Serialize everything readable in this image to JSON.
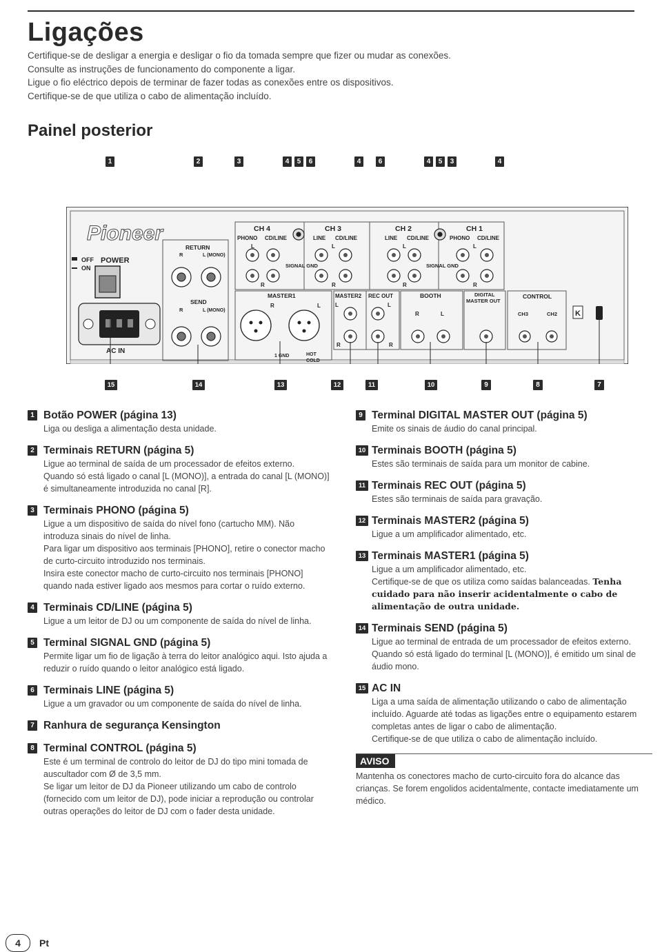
{
  "title": "Ligações",
  "intro": [
    "Certifique-se de desligar a energia e desligar o fio da tomada sempre que fizer ou mudar as conexões.",
    "Consulte as instruções de funcionamento do componente a ligar.",
    "Ligue o fio eléctrico depois de terminar de fazer todas as conexões entre os dispositivos.",
    "Certifique-se de que utiliza o cabo de alimentação incluído."
  ],
  "section_title": "Painel posterior",
  "callouts_top": [
    "1",
    "2",
    "3",
    "4",
    "5",
    "6",
    "4",
    "6",
    "4",
    "5",
    "3",
    "4"
  ],
  "callouts_bottom": [
    "15",
    "14",
    "13",
    "12",
    "11",
    "10",
    "9",
    "8",
    "7"
  ],
  "panel": {
    "brand": "Pioneer",
    "power_off": "OFF",
    "power_on": "ON",
    "power": "POWER",
    "ac_in": "AC IN",
    "return": "RETURN",
    "return_r": "R",
    "return_l": "L (MONO)",
    "send": "SEND",
    "send_r": "R",
    "send_l": "L (MONO)",
    "ch4": "CH 4",
    "ch3": "CH 3",
    "ch2": "CH 2",
    "ch1": "CH 1",
    "phono": "PHONO",
    "cdline": "CD/LINE",
    "line": "LINE",
    "l": "L",
    "r": "R",
    "signal_gnd": "SIGNAL GND",
    "master1": "MASTER1",
    "master2": "MASTER2",
    "rec_out": "REC OUT",
    "booth": "BOOTH",
    "digital": "DIGITAL",
    "master_out": "MASTER OUT",
    "control": "CONTROL",
    "ctrl_ch3": "CH3",
    "ctrl_ch2": "CH2",
    "gnd": "1 GND",
    "hot": "HOT",
    "cold": "COLD",
    "kensington": "K"
  },
  "left_items": [
    {
      "num": "1",
      "title": "Botão POWER (página 13)",
      "paras": [
        "Liga ou desliga a alimentação desta unidade."
      ]
    },
    {
      "num": "2",
      "title": "Terminais RETURN (página 5)",
      "paras": [
        "Ligue ao terminal de saída de um processador de efeitos externo.",
        "Quando só está ligado o canal [L (MONO)], a entrada do canal [L (MONO)] é simultaneamente introduzida no canal [R]."
      ]
    },
    {
      "num": "3",
      "title": "Terminais PHONO (página 5)",
      "paras": [
        "Ligue a um dispositivo de saída do nível fono (cartucho MM). Não introduza sinais do nível de linha.",
        "Para ligar um dispositivo aos terminais [PHONO], retire o conector macho de curto-circuito introduzido nos terminais.",
        "Insira este conector macho de curto-circuito nos terminais [PHONO] quando nada estiver ligado aos mesmos para cortar o ruído externo."
      ]
    },
    {
      "num": "4",
      "title": "Terminais CD/LINE (página 5)",
      "paras": [
        "Ligue a um leitor de DJ ou um componente de saída do nível de linha."
      ]
    },
    {
      "num": "5",
      "title": "Terminal SIGNAL GND (página 5)",
      "paras": [
        "Permite ligar um fio de ligação à terra do leitor analógico aqui. Isto ajuda a reduzir o ruído quando o leitor analógico está ligado."
      ]
    },
    {
      "num": "6",
      "title": "Terminais LINE (página 5)",
      "paras": [
        "Ligue a um gravador ou um componente de saída do nível de linha."
      ]
    },
    {
      "num": "7",
      "title": "Ranhura de segurança Kensington",
      "paras": []
    },
    {
      "num": "8",
      "title": "Terminal CONTROL (página 5)",
      "paras": [
        "Este é um terminal de controlo do leitor de DJ do tipo mini tomada de auscultador com Ø de 3,5 mm.",
        "Se ligar um leitor de DJ da Pioneer utilizando um cabo de controlo (fornecido com um leitor de DJ), pode iniciar a reprodução ou controlar outras operações do leitor de DJ com o fader desta unidade."
      ]
    }
  ],
  "right_items": [
    {
      "num": "9",
      "title": "Terminal DIGITAL MASTER OUT (página 5)",
      "paras": [
        "Emite os sinais de áudio do canal principal."
      ]
    },
    {
      "num": "10",
      "title": "Terminais BOOTH (página 5)",
      "paras": [
        "Estes são terminais de saída para um monitor de cabine."
      ]
    },
    {
      "num": "11",
      "title": "Terminais REC OUT (página 5)",
      "paras": [
        "Estes são terminais de saída para gravação."
      ]
    },
    {
      "num": "12",
      "title": "Terminais MASTER2 (página 5)",
      "paras": [
        "Ligue a um amplificador alimentado, etc."
      ]
    },
    {
      "num": "13",
      "title": "Terminais MASTER1 (página 5)",
      "paras": [
        "Ligue a um amplificador alimentado, etc.",
        "Certifique-se de que os utiliza como saídas balanceadas.",
        "Tenha cuidado para não inserir acidentalmente o cabo de alimentação de outra unidade."
      ]
    },
    {
      "num": "14",
      "title": "Terminais SEND (página 5)",
      "paras": [
        "Ligue ao terminal de entrada de um processador de efeitos externo.",
        "Quando só está ligado do terminal [L (MONO)], é emitido um sinal de áudio mono."
      ]
    },
    {
      "num": "15",
      "title": "AC IN",
      "paras": [
        "Liga a uma saída de alimentação utilizando o cabo de alimentação incluído. Aguarde até todas as ligações entre o equipamento estarem completas antes de ligar o cabo de alimentação.",
        "Certifique-se de que utiliza o cabo de alimentação incluído."
      ]
    }
  ],
  "aviso": {
    "title": "AVISO",
    "text": "Mantenha os conectores macho de curto-circuito fora do alcance das crianças. Se forem engolidos acidentalmente, contacte imediatamente um médico."
  },
  "page_number": "4",
  "lang": "Pt"
}
